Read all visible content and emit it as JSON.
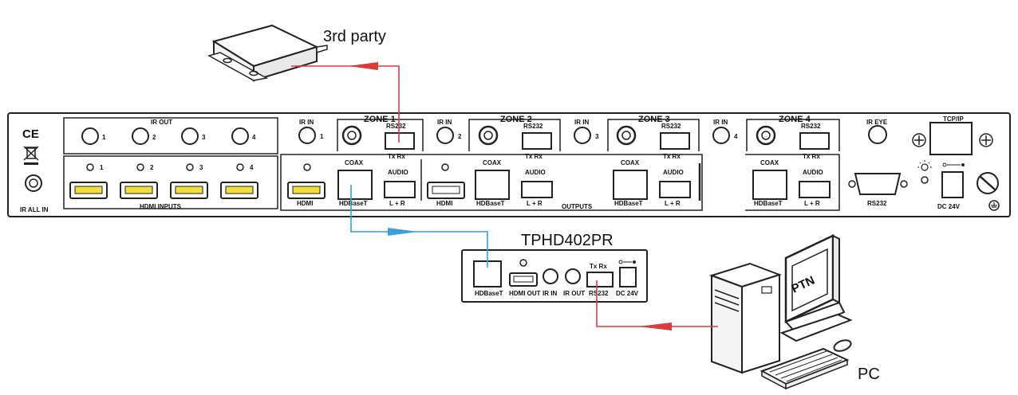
{
  "devices": {
    "third_party": "3rd party",
    "receiver": "TPHD402PR",
    "pc": "PC",
    "pc_screen": "PTN"
  },
  "matrix": {
    "ce_mark": "CE",
    "ir_all_in": "IR ALL IN",
    "ir_out": "IR OUT",
    "hdmi_inputs": "HDMI INPUTS",
    "outputs": "OUTPUTS",
    "ir_eye": "IR EYE",
    "tcp_ip": "TCP/IP",
    "rs232": "RS232",
    "dc24v": "DC 24V",
    "ir_out_numbers": [
      "1",
      "2",
      "3",
      "4"
    ],
    "hdmi_numbers": [
      "1",
      "2",
      "3",
      "4"
    ],
    "zones": [
      {
        "label": "ZONE 1",
        "ir_in": "IR IN",
        "ir_num": "1",
        "rs232": "RS232",
        "txrx": "Tx Rx",
        "coax": "COAX",
        "audio": "AUDIO",
        "hdmi": "HDMI",
        "hdbaset": "HDBaseT",
        "lr": "L + R"
      },
      {
        "label": "ZONE 2",
        "ir_in": "IR IN",
        "ir_num": "2",
        "rs232": "RS232",
        "txrx": "Tx Rx",
        "coax": "COAX",
        "audio": "AUDIO",
        "hdmi": "HDMI",
        "hdbaset": "HDBaseT",
        "lr": "L + R"
      },
      {
        "label": "ZONE 3",
        "ir_in": "IR IN",
        "ir_num": "3",
        "rs232": "RS232",
        "txrx": "Tx Rx",
        "coax": "COAX",
        "audio": "AUDIO",
        "hdmi": "",
        "hdbaset": "HDBaseT",
        "lr": "L + R"
      },
      {
        "label": "ZONE 4",
        "ir_in": "IR IN",
        "ir_num": "4",
        "rs232": "RS232",
        "txrx": "Tx Rx",
        "coax": "COAX",
        "audio": "AUDIO",
        "hdmi": "",
        "hdbaset": "HDBaseT",
        "lr": "L + R"
      }
    ]
  },
  "receiver_panel": {
    "hdbaset": "HDBaseT",
    "hdmi_out": "HDMI OUT",
    "ir_in": "IR IN",
    "ir_out": "IR OUT",
    "rs232": "RS232",
    "dc24v": "DC 24V",
    "txrx": "Tx Rx"
  },
  "colors": {
    "rs232_link": "#d93a3a",
    "hdbaset_link": "#3aa0dc",
    "hdmi_port": "#f2df3b",
    "outline": "#222222"
  }
}
